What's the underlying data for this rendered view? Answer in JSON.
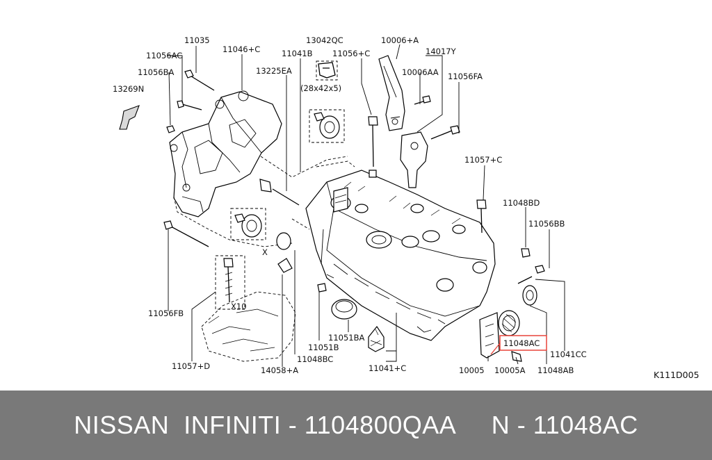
{
  "diagram": {
    "labels": {
      "l11035": "11035",
      "l11046c": "11046+C",
      "l11056ac": "11056AC",
      "l11056ba": "11056BA",
      "l13269n": "13269N",
      "l11041b": "11041B",
      "l13225ea": "13225EA",
      "l13042qc": "13042QC",
      "l28x42x5": "(28x42x5)",
      "l11056c": "11056+C",
      "l10006a": "10006+A",
      "l14017y": "14017Y",
      "l10006aa": "10006AA",
      "l11056fa": "11056FA",
      "l11057c": "11057+C",
      "l11048bd": "11048BD",
      "l11056bb": "11056BB",
      "l11056fb": "11056FB",
      "l11057d": "11057+D",
      "l14058a": "14058+A",
      "l11048bc": "11048BC",
      "l11051b": "11051B",
      "l11051ba": "11051BA",
      "l11041c": "11041+C",
      "l10005": "10005",
      "l10005a": "10005A",
      "l11048ab": "11048AB",
      "l11048ac": "11048AC",
      "l11041cc": "11041CC",
      "lx": "X",
      "lx10": "X10"
    },
    "diagram_code": "K111D005",
    "highlight_color": "#e8433a"
  },
  "footer": {
    "text": "NISSAN  INFINITI - 1104800QAA     N - 11048AC",
    "background": "#797979"
  }
}
